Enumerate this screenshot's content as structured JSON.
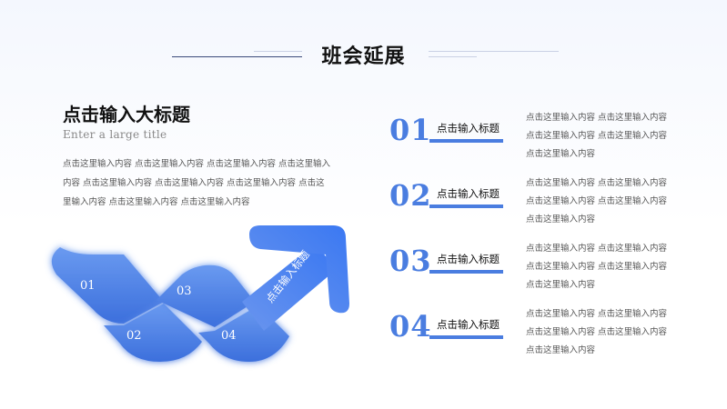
{
  "header": {
    "title": "班会延展"
  },
  "left": {
    "title": "点击输入大标题",
    "subtitle": "Enter a large title",
    "body": "点击这里输入内容 点击这里输入内容 点击这里输入内容 点击这里输入内容 点击这里输入内容 点击这里输入内容 点击这里输入内容 点击这里输入内容 点击这里输入内容 点击这里输入内容"
  },
  "graphic": {
    "labels": [
      "01",
      "02",
      "03",
      "04"
    ],
    "arrow_text": "点击输入标题",
    "color": "#4a7de0"
  },
  "items": [
    {
      "num": "01",
      "title": "点击输入标题",
      "desc": "点击这里输入内容 点击这里输入内容 点击这里输入内容 点击这里输入内容 点击这里输入内容"
    },
    {
      "num": "02",
      "title": "点击输入标题",
      "desc": "点击这里输入内容 点击这里输入内容 点击这里输入内容 点击这里输入内容 点击这里输入内容"
    },
    {
      "num": "03",
      "title": "点击输入标题",
      "desc": "点击这里输入内容 点击这里输入内容 点击这里输入内容 点击这里输入内容 点击这里输入内容"
    },
    {
      "num": "04",
      "title": "点击输入标题",
      "desc": "点击这里输入内容 点击这里输入内容 点击这里输入内容 点击这里输入内容 点击这里输入内容"
    }
  ]
}
